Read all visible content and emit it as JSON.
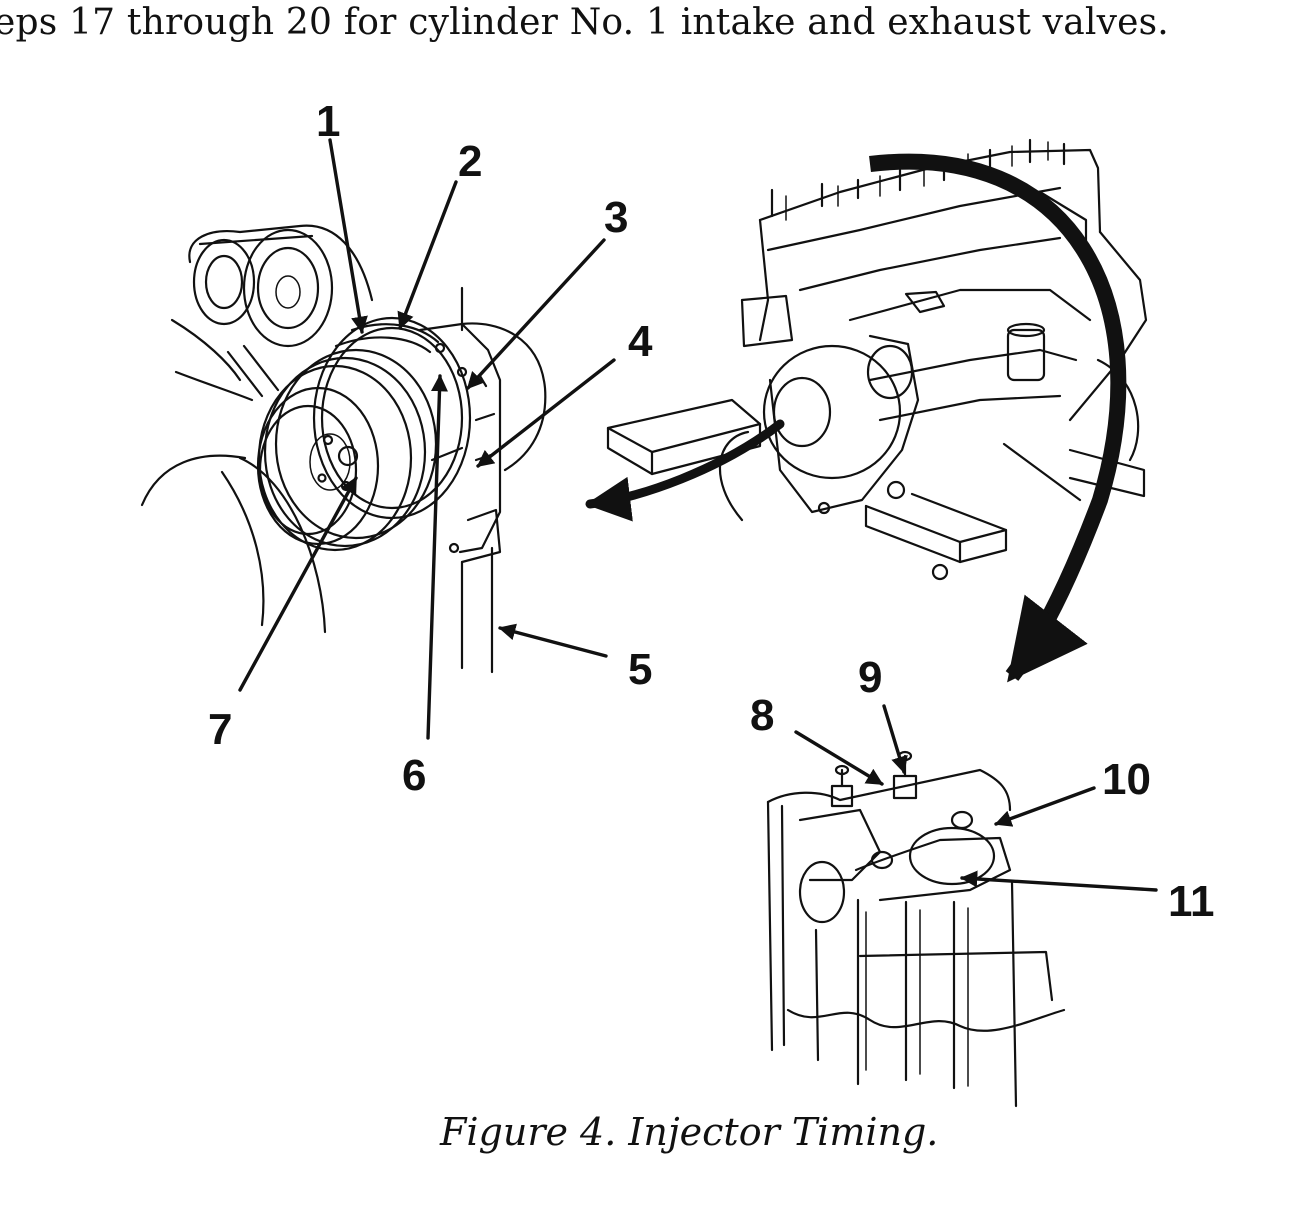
{
  "document": {
    "top_text": "eps 17 through 20 for cylinder No. 1 intake and exhaust valves.",
    "caption": "Figure 4.  Injector Timing."
  },
  "figure": {
    "callouts": {
      "c1": "1",
      "c2": "2",
      "c3": "3",
      "c4": "4",
      "c5": "5",
      "c6": "6",
      "c7": "7",
      "c8": "8",
      "c9": "9",
      "c10": "10",
      "c11": "11"
    }
  }
}
